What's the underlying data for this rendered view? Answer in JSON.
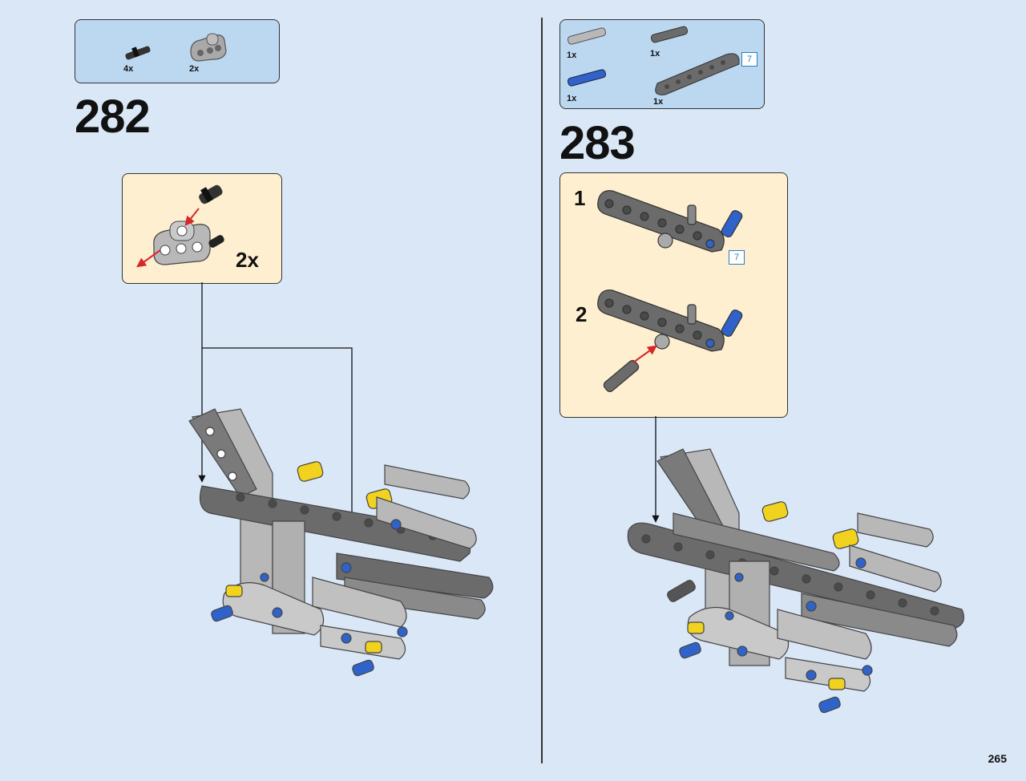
{
  "left": {
    "parts": [
      {
        "qty": "4x",
        "icon": "black-pin-icon"
      },
      {
        "qty": "2x",
        "icon": "gray-connector-icon"
      }
    ],
    "step": "282",
    "callout": {
      "multiplier": "2x"
    }
  },
  "right": {
    "parts": [
      {
        "qty": "1x",
        "icon": "gray-axle-pin-icon"
      },
      {
        "qty": "1x",
        "icon": "dark-axle-pin-icon"
      },
      {
        "qty": "1x",
        "icon": "blue-pin-icon"
      },
      {
        "qty": "1x",
        "icon": "beam-7-icon",
        "badge": "7"
      }
    ],
    "step": "283",
    "callout": {
      "sub1": "1",
      "sub2": "2",
      "badge": "7"
    }
  },
  "page_number": "265",
  "colors": {
    "background": "#d9e7f7",
    "parts_box": "#bcd8f1",
    "callout": "#fdefcf",
    "beam_gray": "#b8b8b8",
    "beam_dark": "#6b6b6b",
    "pin_blue": "#2f63c9",
    "pin_yellow": "#f1d21e",
    "arrow_red": "#d8262b"
  }
}
